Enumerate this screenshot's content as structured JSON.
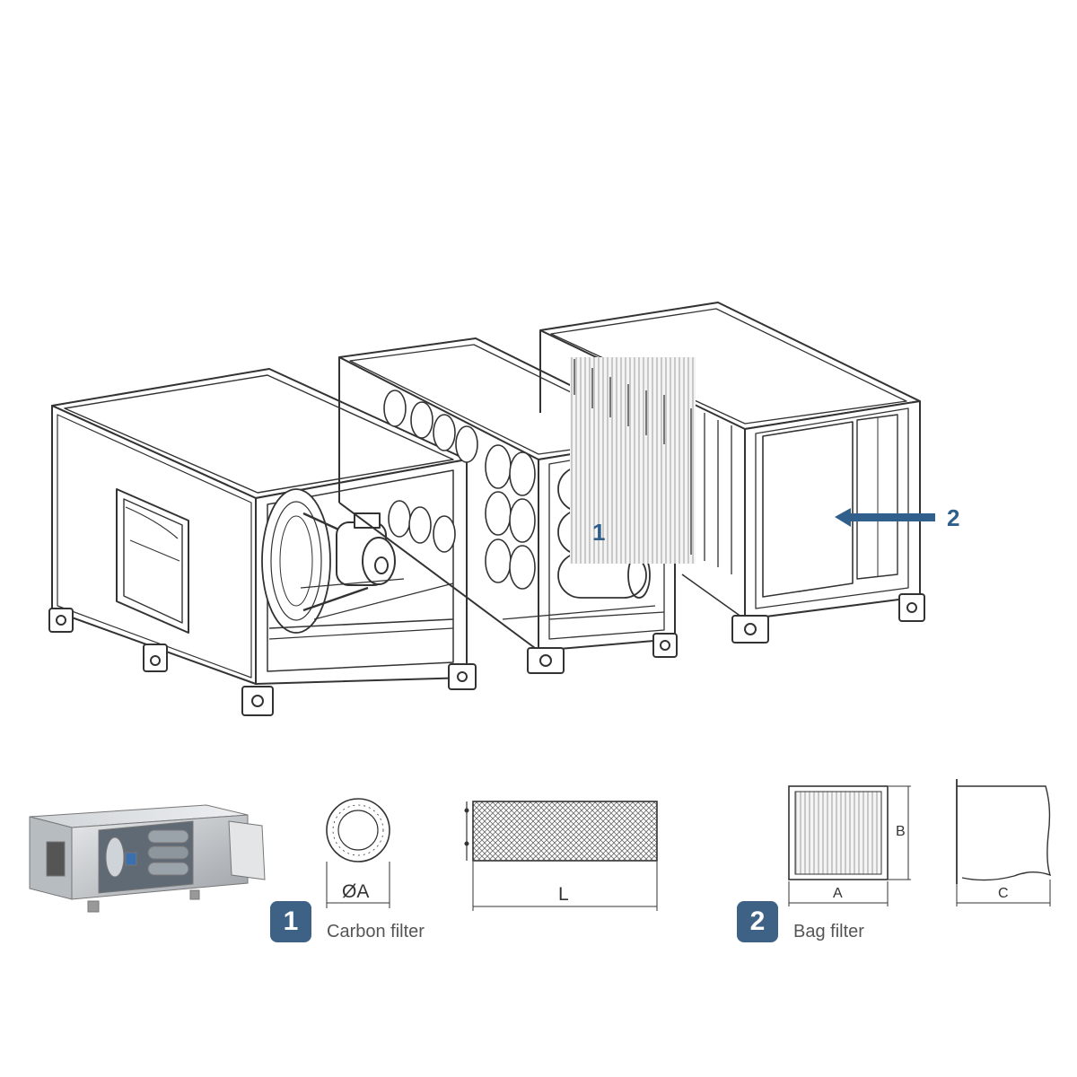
{
  "callouts": {
    "carbon_unit": "1",
    "bag_unit": "2"
  },
  "legend": {
    "item1": {
      "badge": "1",
      "caption": "Carbon filter",
      "dim_diameter": "ØA",
      "dim_length": "L"
    },
    "item2": {
      "badge": "2",
      "caption": "Bag filter",
      "dim_a": "A",
      "dim_b": "B",
      "dim_c": "C"
    }
  },
  "colors": {
    "accent": "#3d6285",
    "arrow": "#2f5f8a",
    "line": "#333333"
  }
}
